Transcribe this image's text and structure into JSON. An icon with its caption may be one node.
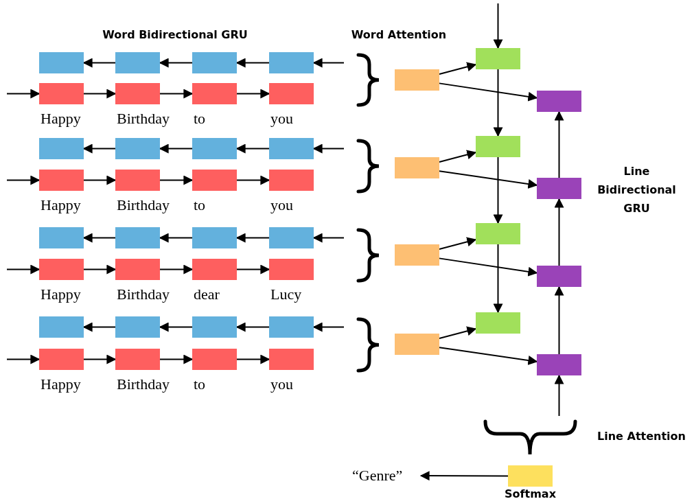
{
  "diagram": {
    "nodes": [
      {
        "text": [],
        "shape": "box"
      },
      {
        "text": [],
        "shape": "box"
      },
      {
        "text": [],
        "shape": "box"
      },
      {
        "text": [],
        "shape": "box"
      },
      {
        "text": [],
        "shape": "box",
        "beside": [
          "Happy"
        ]
      },
      {
        "text": [],
        "shape": "box",
        "beside": [
          "Birthday"
        ]
      },
      {
        "text": [],
        "shape": "box",
        "beside": [
          "to"
        ]
      },
      {
        "text": [],
        "shape": "box",
        "beside": [
          "you"
        ]
      },
      {
        "text": [],
        "shape": "box"
      },
      {
        "text": [],
        "shape": "box"
      },
      {
        "text": [],
        "shape": "box"
      },
      {
        "text": [],
        "shape": "box"
      },
      {
        "text": [],
        "shape": "box"
      },
      {
        "text": [],
        "shape": "box"
      },
      {
        "text": [],
        "shape": "box"
      },
      {
        "text": [],
        "shape": "box",
        "beside": [
          "Happy"
        ]
      },
      {
        "text": [],
        "shape": "box",
        "beside": [
          "Birthday"
        ]
      },
      {
        "text": [],
        "shape": "box",
        "beside": [
          "to"
        ]
      },
      {
        "text": [],
        "shape": "box",
        "beside": [
          "you"
        ]
      },
      {
        "text": [],
        "shape": "box"
      },
      {
        "text": [],
        "shape": "box"
      },
      {
        "text": [],
        "shape": "box"
      },
      {
        "text": [],
        "shape": "box"
      },
      {
        "text": [],
        "shape": "box"
      },
      {
        "text": [],
        "shape": "box"
      },
      {
        "text": [],
        "shape": "box"
      },
      {
        "text": [],
        "shape": "box",
        "beside": [
          "Happy"
        ]
      },
      {
        "text": [],
        "shape": "box",
        "beside": [
          "Birthday"
        ]
      },
      {
        "text": [],
        "shape": "box",
        "beside": [
          "dear"
        ]
      },
      {
        "text": [],
        "shape": "box",
        "beside": [
          "Lucy"
        ]
      },
      {
        "text": [],
        "shape": "box"
      },
      {
        "text": [],
        "shape": "box"
      },
      {
        "text": [],
        "shape": "box"
      },
      {
        "text": [],
        "shape": "box"
      },
      {
        "text": [],
        "shape": "box"
      },
      {
        "text": [],
        "shape": "box"
      },
      {
        "text": [],
        "shape": "box"
      },
      {
        "text": [],
        "shape": "box",
        "beside": [
          "Happy"
        ]
      },
      {
        "text": [],
        "shape": "box",
        "beside": [
          "Birthday"
        ]
      },
      {
        "text": [],
        "shape": "box",
        "beside": [
          "to"
        ]
      },
      {
        "text": [],
        "shape": "box",
        "beside": [
          "you"
        ]
      },
      {
        "text": [],
        "shape": "box"
      },
      {
        "text": [],
        "shape": "box"
      },
      {
        "text": [],
        "shape": "box"
      },
      {
        "text": [],
        "shape": "box",
        "beside": [
          "Softmax"
        ]
      },
      {
        "text": [
          "“Genre”"
        ]
      }
    ],
    "edges": [
      {
        "from": null,
        "to": 3,
        "arrow": "to"
      },
      {
        "from": 3,
        "to": 2,
        "arrow": "to"
      },
      {
        "from": 2,
        "to": 1,
        "arrow": "to"
      },
      {
        "from": 1,
        "to": 0,
        "arrow": "to"
      },
      {
        "from": null,
        "to": 4,
        "arrow": "to"
      },
      {
        "from": 4,
        "to": 5,
        "arrow": "to"
      },
      {
        "from": 5,
        "to": 6,
        "arrow": "to"
      },
      {
        "from": 6,
        "to": 7,
        "arrow": "to"
      },
      {
        "from": 8,
        "to": 9,
        "arrow": "to"
      },
      {
        "from": 8,
        "to": 10,
        "arrow": "to"
      },
      {
        "from": null,
        "to": 14,
        "arrow": "to"
      },
      {
        "from": 14,
        "to": 13,
        "arrow": "to"
      },
      {
        "from": 13,
        "to": 12,
        "arrow": "to"
      },
      {
        "from": 12,
        "to": 11,
        "arrow": "to"
      },
      {
        "from": null,
        "to": 15,
        "arrow": "to"
      },
      {
        "from": 15,
        "to": 16,
        "arrow": "to"
      },
      {
        "from": 16,
        "to": 17,
        "arrow": "to"
      },
      {
        "from": 17,
        "to": 18,
        "arrow": "to"
      },
      {
        "from": 19,
        "to": 20,
        "arrow": "to"
      },
      {
        "from": 19,
        "to": 21,
        "arrow": "to"
      },
      {
        "from": null,
        "to": 25,
        "arrow": "to"
      },
      {
        "from": 25,
        "to": 24,
        "arrow": "to"
      },
      {
        "from": 24,
        "to": 23,
        "arrow": "to"
      },
      {
        "from": 23,
        "to": 22,
        "arrow": "to"
      },
      {
        "from": null,
        "to": 26,
        "arrow": "to"
      },
      {
        "from": 26,
        "to": 27,
        "arrow": "to"
      },
      {
        "from": 27,
        "to": 28,
        "arrow": "to"
      },
      {
        "from": 28,
        "to": 29,
        "arrow": "to"
      },
      {
        "from": 30,
        "to": 31,
        "arrow": "to"
      },
      {
        "from": 30,
        "to": 32,
        "arrow": "to"
      },
      {
        "from": null,
        "to": 36,
        "arrow": "to"
      },
      {
        "from": 36,
        "to": 35,
        "arrow": "to"
      },
      {
        "from": 35,
        "to": 34,
        "arrow": "to"
      },
      {
        "from": 34,
        "to": 33,
        "arrow": "to"
      },
      {
        "from": null,
        "to": 37,
        "arrow": "to"
      },
      {
        "from": 37,
        "to": 38,
        "arrow": "to"
      },
      {
        "from": 38,
        "to": 39,
        "arrow": "to"
      },
      {
        "from": 39,
        "to": 40,
        "arrow": "to"
      },
      {
        "from": 41,
        "to": 42,
        "arrow": "to"
      },
      {
        "from": 41,
        "to": 43,
        "arrow": "to"
      },
      {
        "from": null,
        "to": 9,
        "arrow": "to"
      },
      {
        "from": 9,
        "to": 20,
        "arrow": "to"
      },
      {
        "from": 20,
        "to": 31,
        "arrow": "to"
      },
      {
        "from": 31,
        "to": 42,
        "arrow": "to"
      },
      {
        "from": 44,
        "to": 43,
        "arrow": "to"
      },
      {
        "from": 43,
        "to": 32,
        "arrow": "to"
      },
      {
        "from": 32,
        "to": 21,
        "arrow": "to"
      },
      {
        "from": 21,
        "to": 10,
        "arrow": "to"
      },
      {
        "from": 44,
        "to": 45,
        "arrow": "to"
      }
    ],
    "labels": [
      "Word Bidirectional GRU",
      "Word Attention",
      "Line Bidirectional GRU",
      "Line Attention"
    ]
  }
}
